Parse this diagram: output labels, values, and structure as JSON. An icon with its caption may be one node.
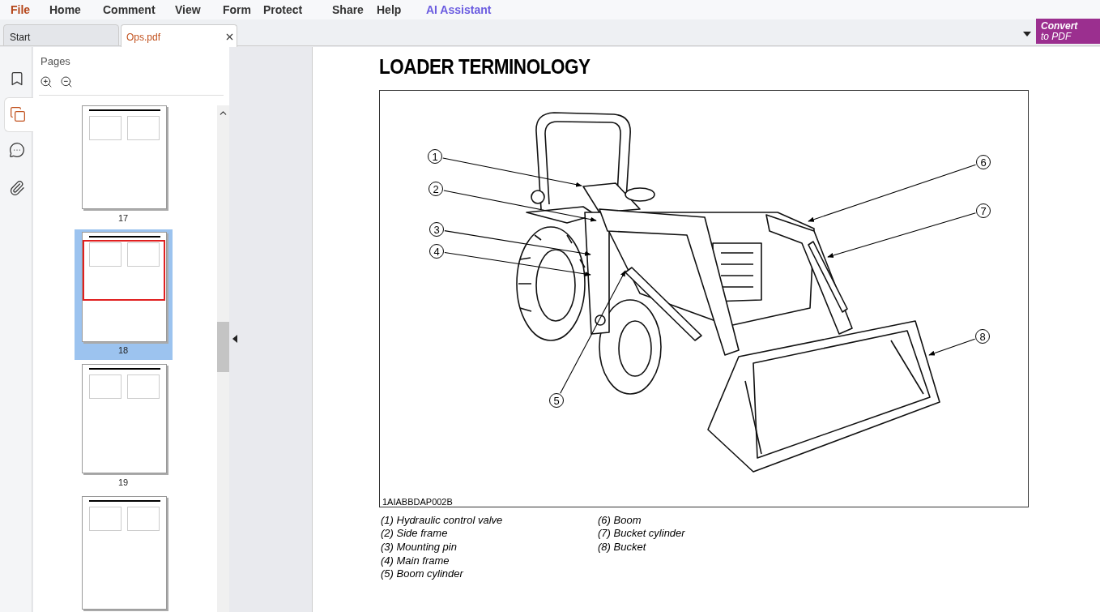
{
  "diagram": {
    "title": "LOADER TERMINOLOGY",
    "nodes": [
      {
        "text": [
          "1"
        ]
      },
      {
        "text": [
          "2"
        ]
      },
      {
        "text": [
          "3"
        ]
      },
      {
        "text": [
          "4"
        ]
      },
      {
        "text": [
          "5"
        ]
      },
      {
        "text": [
          "6"
        ]
      },
      {
        "text": [
          "7"
        ]
      },
      {
        "text": [
          "8"
        ]
      }
    ],
    "edges": [
      {
        "from": 0,
        "to": null,
        "arrow": "to"
      },
      {
        "from": 1,
        "to": null,
        "arrow": "to"
      },
      {
        "from": 2,
        "to": null,
        "arrow": "to"
      },
      {
        "from": 3,
        "to": null,
        "arrow": "to"
      },
      {
        "from": 4,
        "to": null,
        "arrow": "to"
      },
      {
        "from": 5,
        "to": null,
        "arrow": "to"
      },
      {
        "from": 6,
        "to": null,
        "arrow": "to"
      },
      {
        "from": 7,
        "to": null,
        "arrow": "to"
      }
    ],
    "labels": [
      "File",
      "Home",
      "Comment",
      "View",
      "Form",
      "Protect",
      "Share",
      "Help",
      "AI Assistant",
      "Start",
      "Ops.pdf",
      "Convert",
      "to PDF",
      "Pages",
      "17",
      "18",
      "19",
      "1AIABBDAP002B",
      "(1) Hydraulic control valve",
      "(2) Side frame",
      "(3) Mounting pin",
      "(4) Main frame",
      "(5) Boom cylinder",
      "(6) Boom",
      "(7) Bucket cylinder",
      "(8) Bucket"
    ]
  }
}
